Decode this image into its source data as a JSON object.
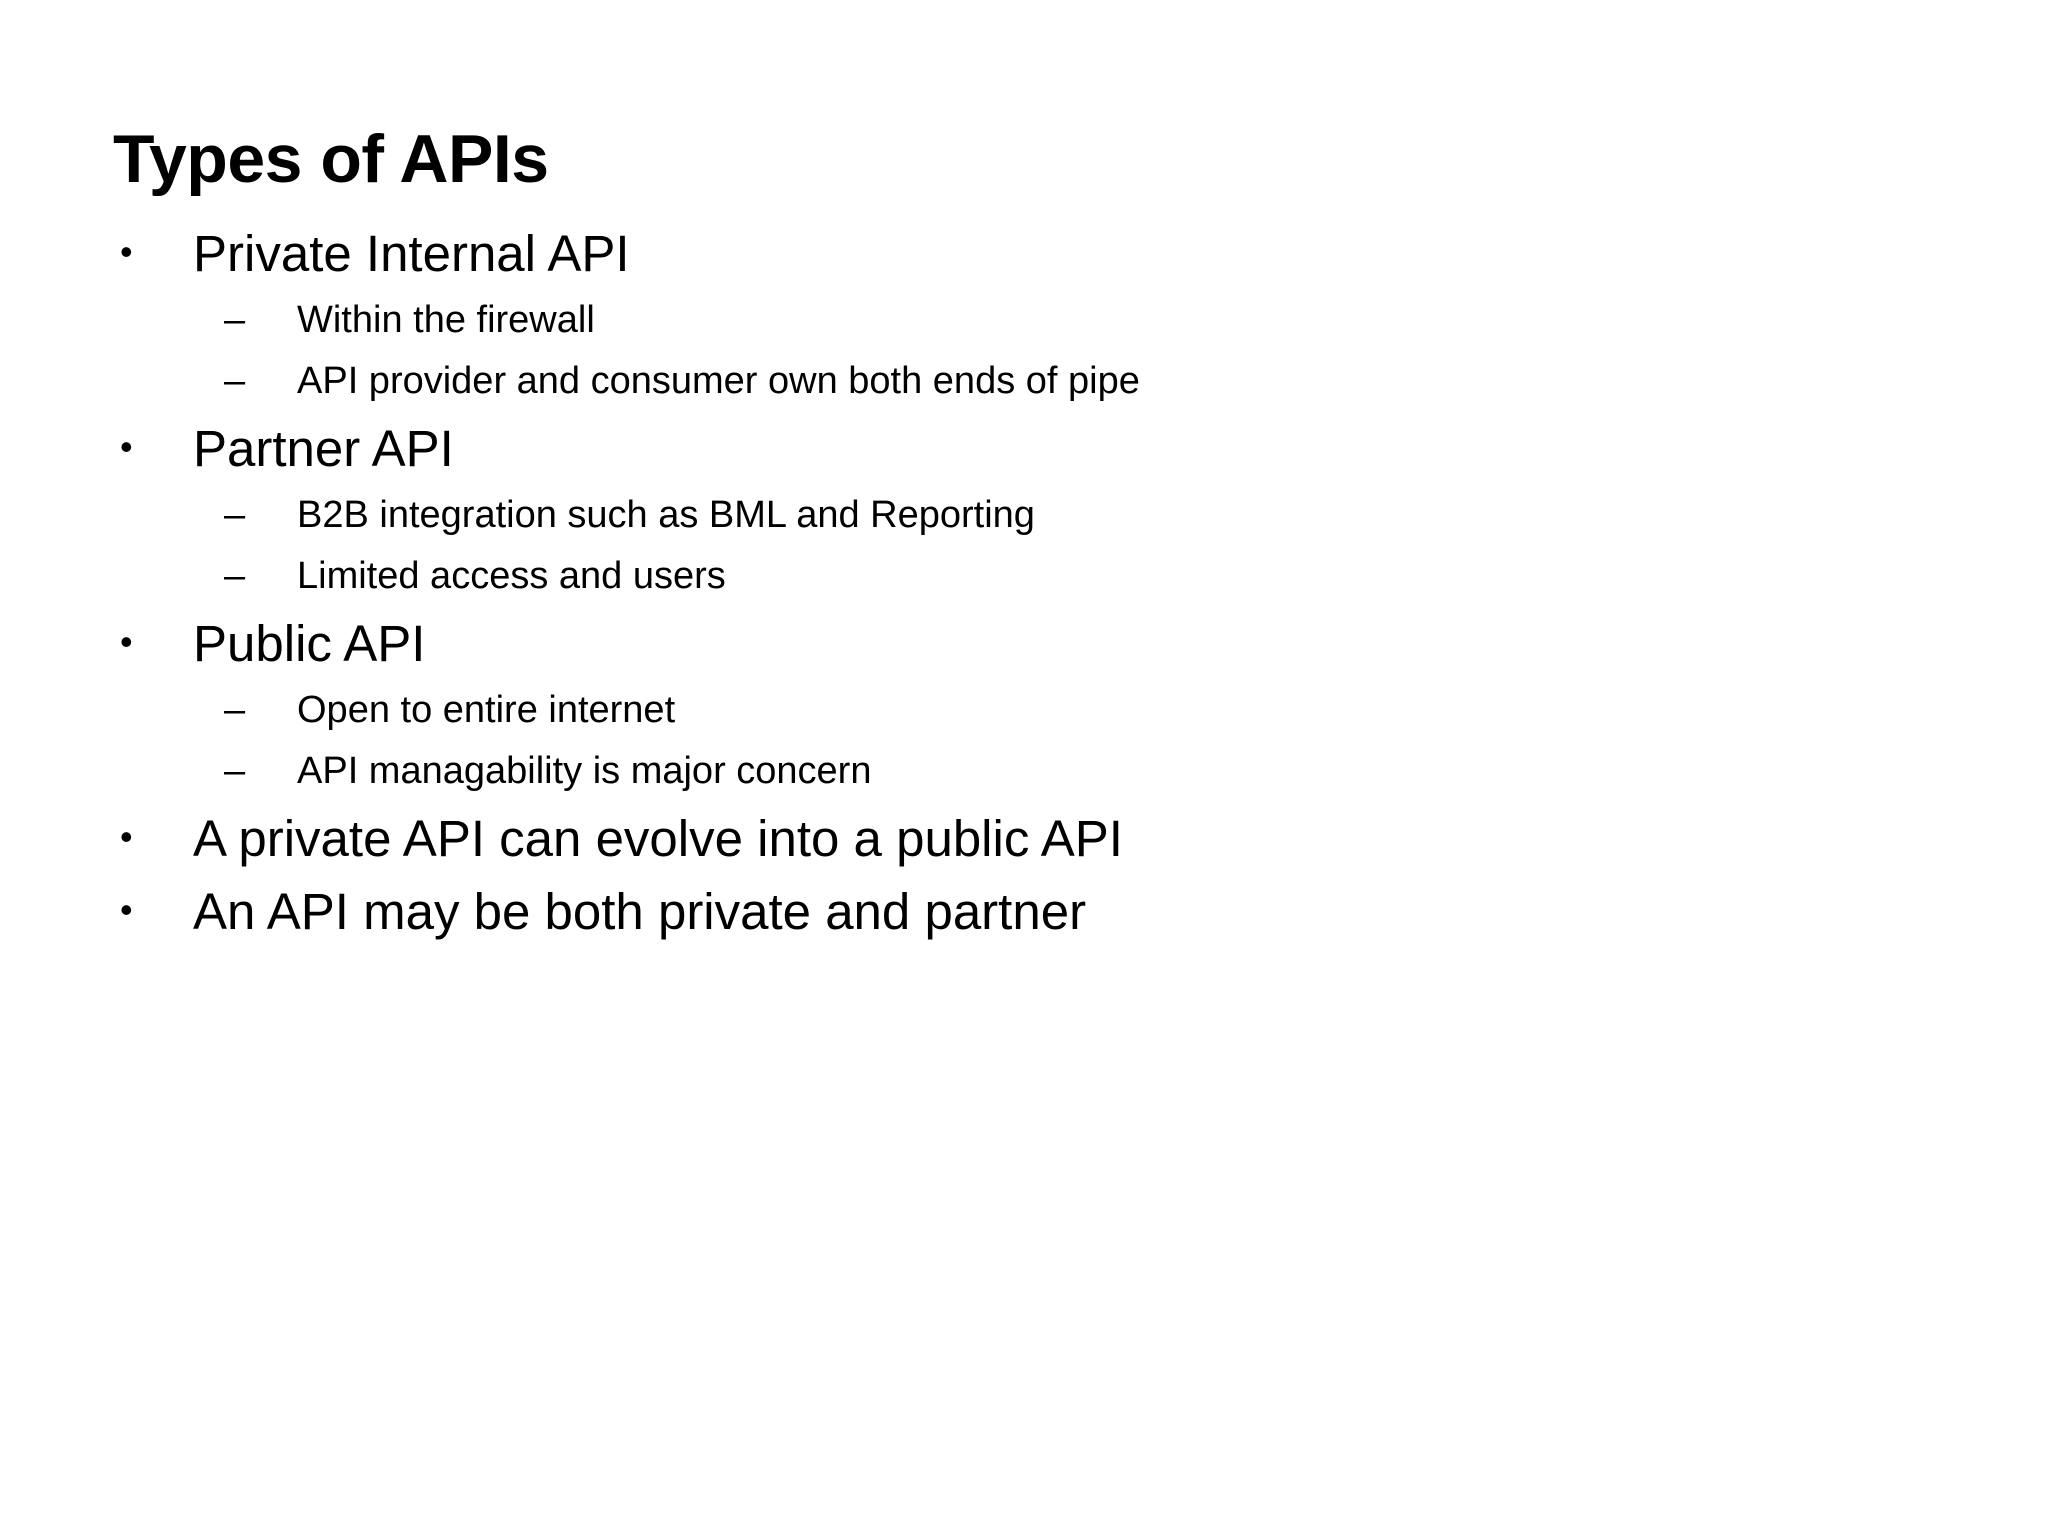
{
  "slide": {
    "title": "Types of APIs",
    "bullet_marker": "•",
    "dash_marker": "–",
    "background_color": "#ffffff",
    "text_color": "#000000",
    "items": [
      {
        "level": 1,
        "text": "Private Internal API",
        "children": [
          {
            "level": 2,
            "text": "Within the firewall"
          },
          {
            "level": 2,
            "text": "API provider and consumer own both ends of pipe"
          }
        ]
      },
      {
        "level": 1,
        "text": "Partner API",
        "children": [
          {
            "level": 2,
            "text": "B2B integration such as BML and Reporting"
          },
          {
            "level": 2,
            "text": "Limited access and users"
          }
        ]
      },
      {
        "level": 1,
        "text": "Public API",
        "children": [
          {
            "level": 2,
            "text": "Open to entire internet"
          },
          {
            "level": 2,
            "text": "API managability is major concern"
          }
        ]
      },
      {
        "level": 1,
        "text": "A private API can evolve into a public API",
        "children": []
      },
      {
        "level": 1,
        "text": "An API may be both private and partner",
        "children": []
      }
    ]
  }
}
